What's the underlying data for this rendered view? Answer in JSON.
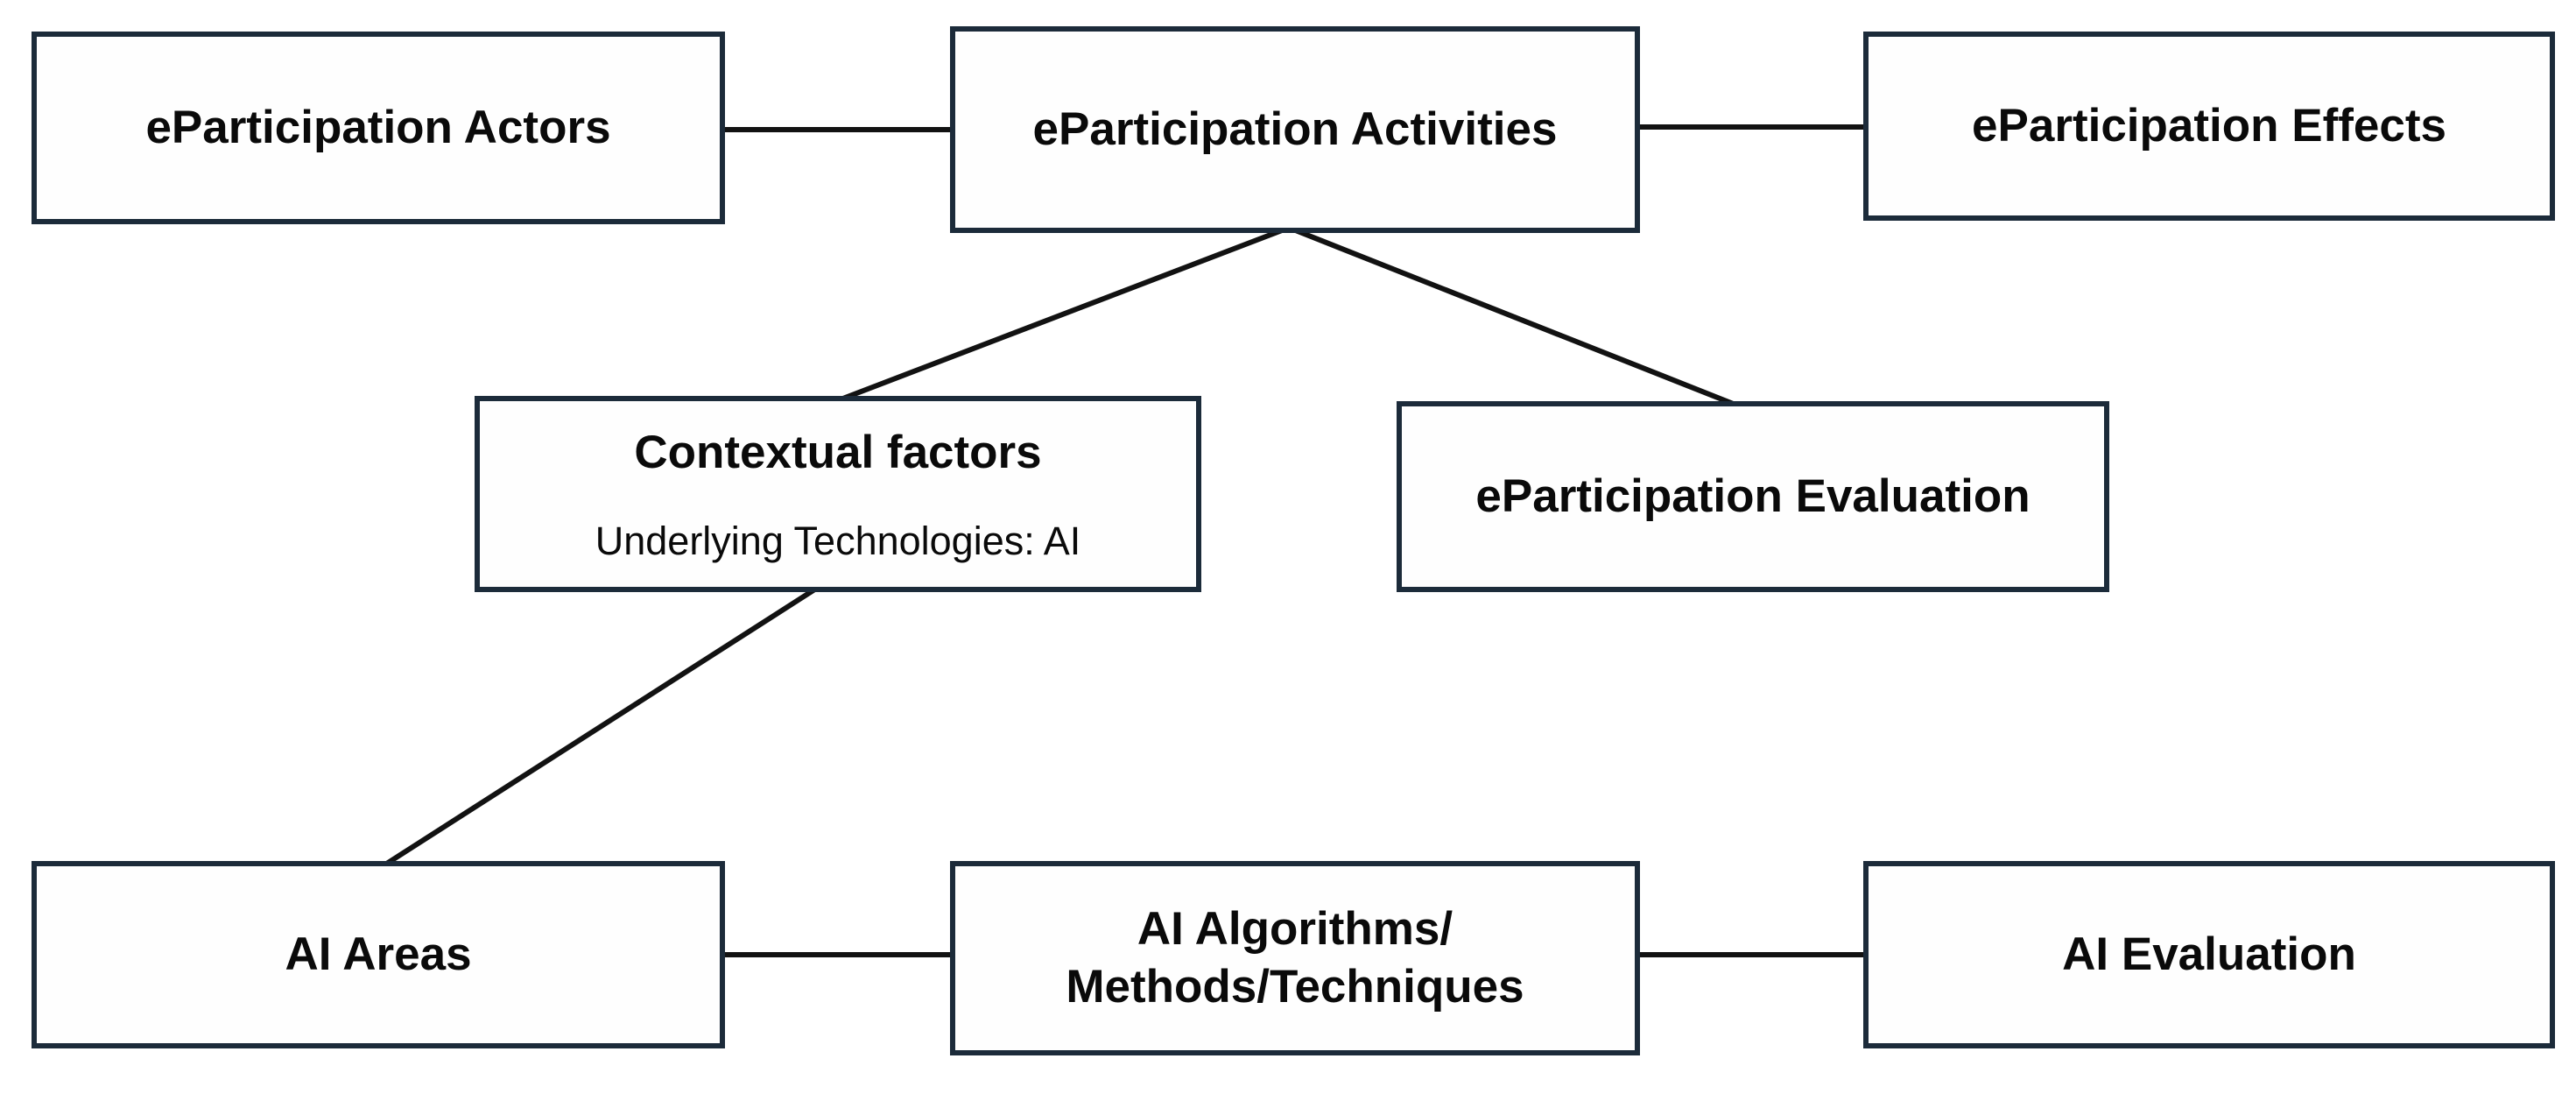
{
  "diagram": {
    "title": "eParticipation and AI framework diagram",
    "colors": {
      "border": "#1c2b3a",
      "line": "#121212",
      "text": "#0a0a0a",
      "box_fill": "#fefefe",
      "background": "#ffffff"
    },
    "nodes": {
      "actors": {
        "label": "eParticipation Actors"
      },
      "activities": {
        "label": "eParticipation Activities"
      },
      "effects": {
        "label": "eParticipation Effects"
      },
      "contextual": {
        "title": "Contextual factors",
        "subtitle": "Underlying Technologies: AI"
      },
      "evaluation": {
        "label": "eParticipation Evaluation"
      },
      "ai_areas": {
        "label": "AI Areas"
      },
      "ai_algorithms": {
        "label": "AI Algorithms/\nMethods/Techniques"
      },
      "ai_evaluation": {
        "label": "AI Evaluation"
      }
    },
    "edges": [
      {
        "from": "eParticipation Actors",
        "to": "eParticipation Activities"
      },
      {
        "from": "eParticipation Activities",
        "to": "eParticipation Effects"
      },
      {
        "from": "eParticipation Activities",
        "to": "Contextual factors"
      },
      {
        "from": "eParticipation Activities",
        "to": "eParticipation Evaluation"
      },
      {
        "from": "Contextual factors",
        "to": "AI Areas"
      },
      {
        "from": "AI Areas",
        "to": "AI Algorithms/Methods/Techniques"
      },
      {
        "from": "AI Algorithms/Methods/Techniques",
        "to": "AI Evaluation"
      }
    ]
  }
}
